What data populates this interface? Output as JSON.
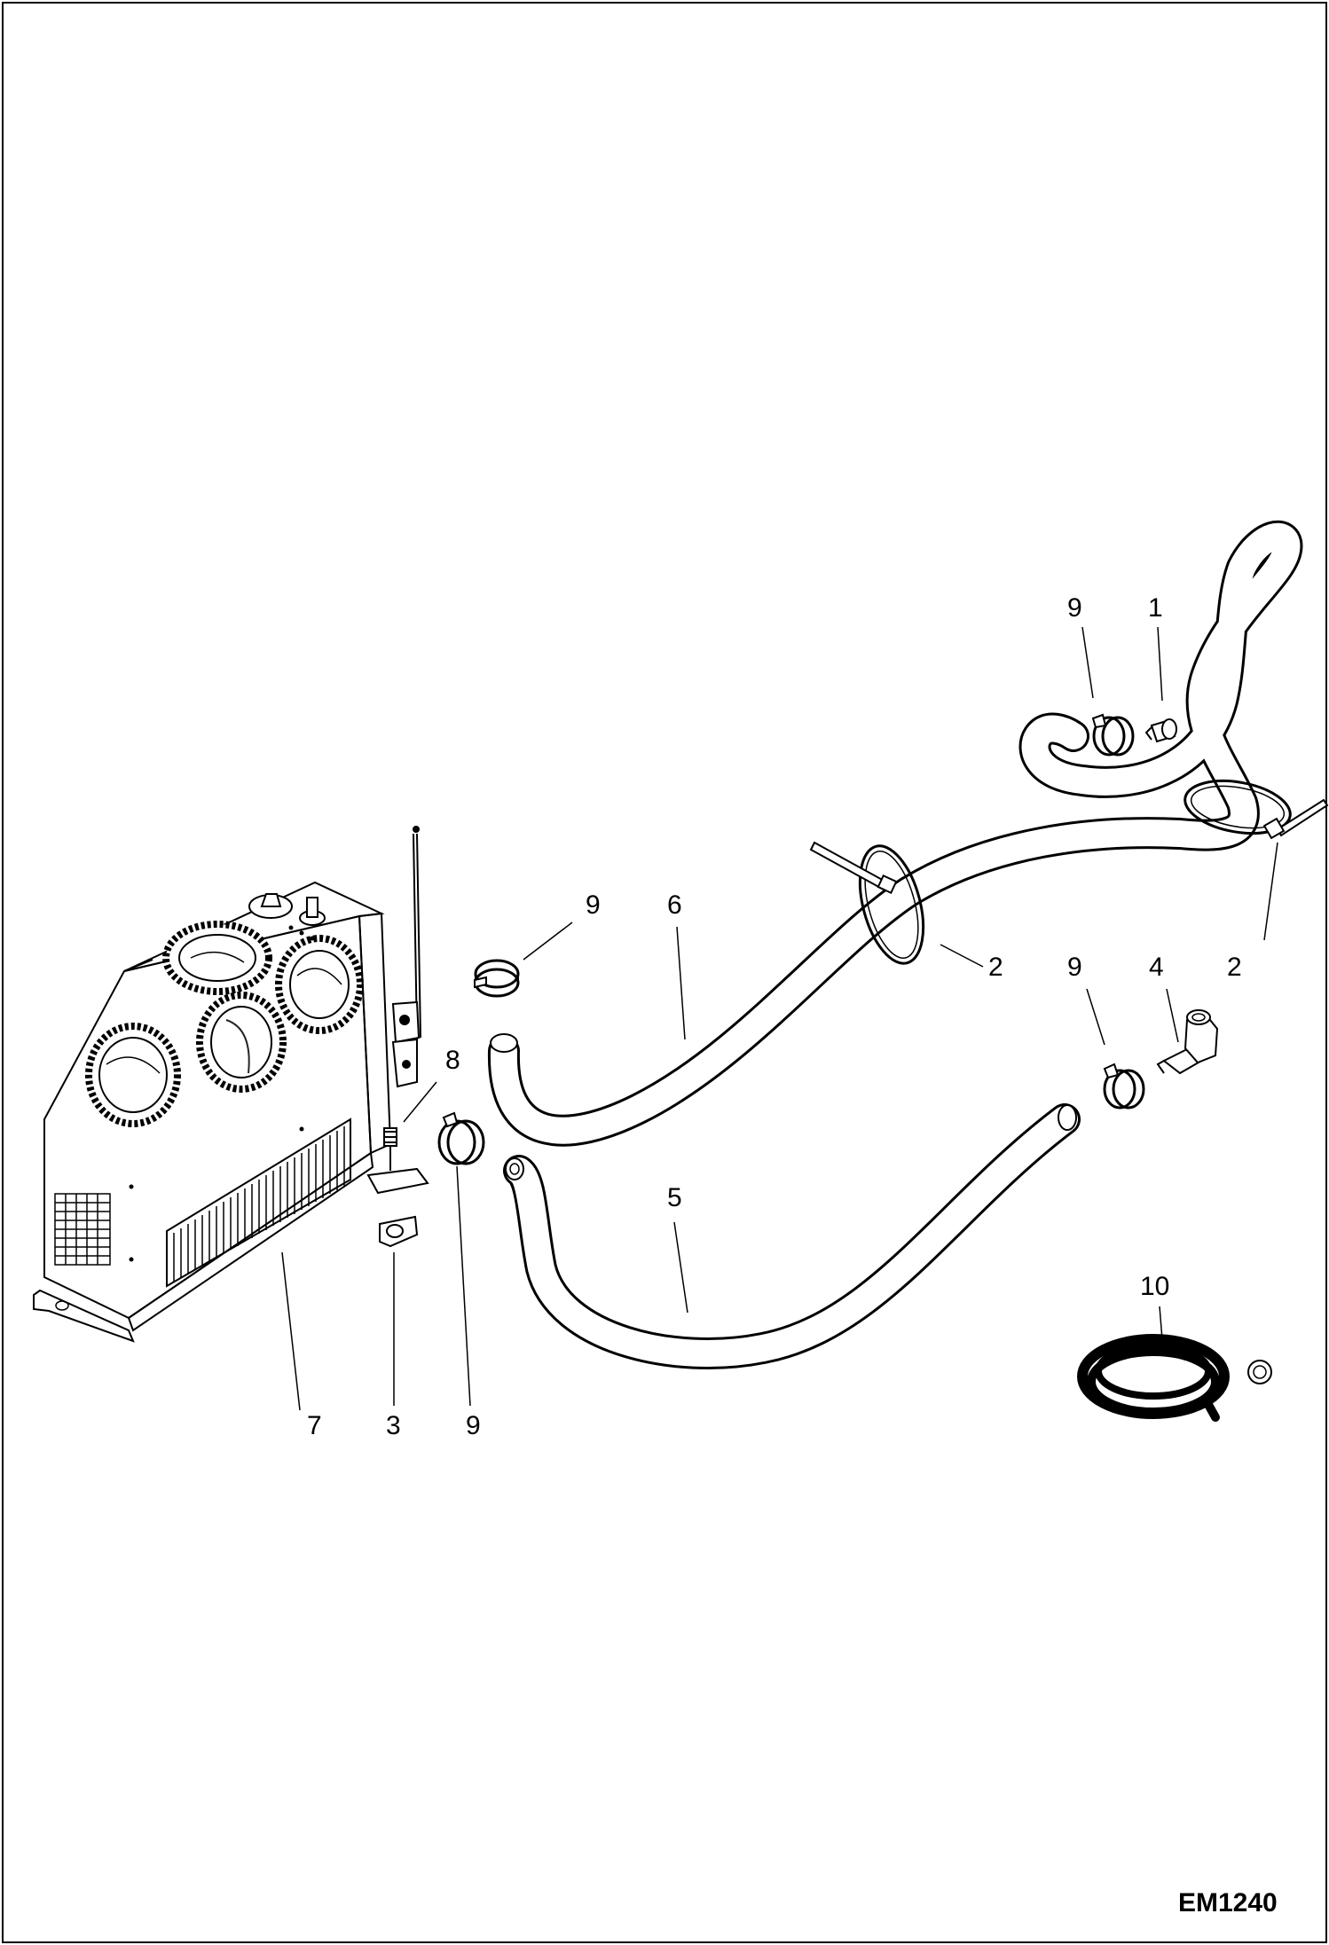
{
  "drawing_code": "EM1240",
  "callouts": {
    "c9_top": "9",
    "c1": "1",
    "c9_mid": "9",
    "c6": "6",
    "c2_left": "2",
    "c9_right": "9",
    "c4": "4",
    "c2_right": "2",
    "c8": "8",
    "c5": "5",
    "c10": "10",
    "c7": "7",
    "c3": "3",
    "c9_bottom": "9"
  },
  "colors": {
    "line": "#000000",
    "background": "#ffffff"
  }
}
